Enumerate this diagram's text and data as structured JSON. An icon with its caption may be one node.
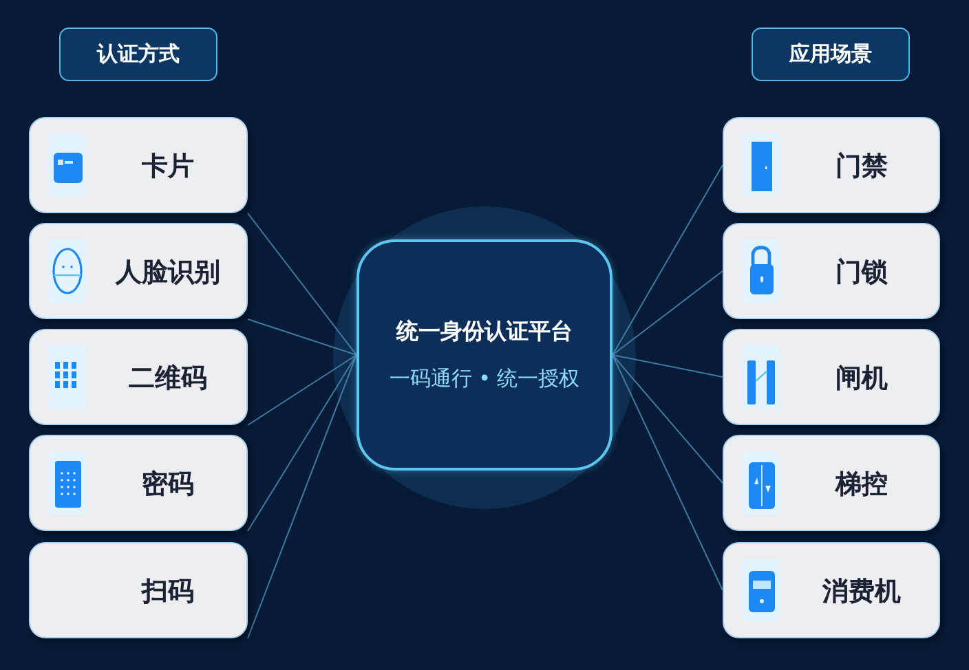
{
  "diagram": {
    "nodes": [
      {
        "text": [
          "认证方式"
        ]
      },
      {
        "text": [
          "应用场景"
        ]
      },
      {
        "text": [
          "卡片"
        ]
      },
      {
        "text": [
          "人脸识别"
        ]
      },
      {
        "text": [
          "二维码"
        ]
      },
      {
        "text": [
          "密码"
        ]
      },
      {
        "text": [
          "扫码"
        ]
      },
      {
        "text": [
          "统一身份认证平台",
          "一码通行 • 统一授权"
        ]
      },
      {
        "text": [
          "门禁"
        ]
      },
      {
        "text": [
          "门锁"
        ]
      },
      {
        "text": [
          "闸机"
        ]
      },
      {
        "text": [
          "梯控"
        ]
      },
      {
        "text": [
          "消费机"
        ]
      }
    ],
    "edges": [
      {
        "from": 2,
        "to": 7,
        "arrow": "none"
      },
      {
        "from": 3,
        "to": 7,
        "arrow": "none"
      },
      {
        "from": 4,
        "to": 7,
        "arrow": "none"
      },
      {
        "from": 5,
        "to": 7,
        "arrow": "none"
      },
      {
        "from": 6,
        "to": 7,
        "arrow": "none"
      },
      {
        "from": 7,
        "to": 8,
        "arrow": "none"
      },
      {
        "from": 7,
        "to": 9,
        "arrow": "none"
      },
      {
        "from": 7,
        "to": 10,
        "arrow": "none"
      },
      {
        "from": 7,
        "to": 11,
        "arrow": "none"
      },
      {
        "from": 7,
        "to": 12,
        "arrow": "none"
      }
    ]
  }
}
